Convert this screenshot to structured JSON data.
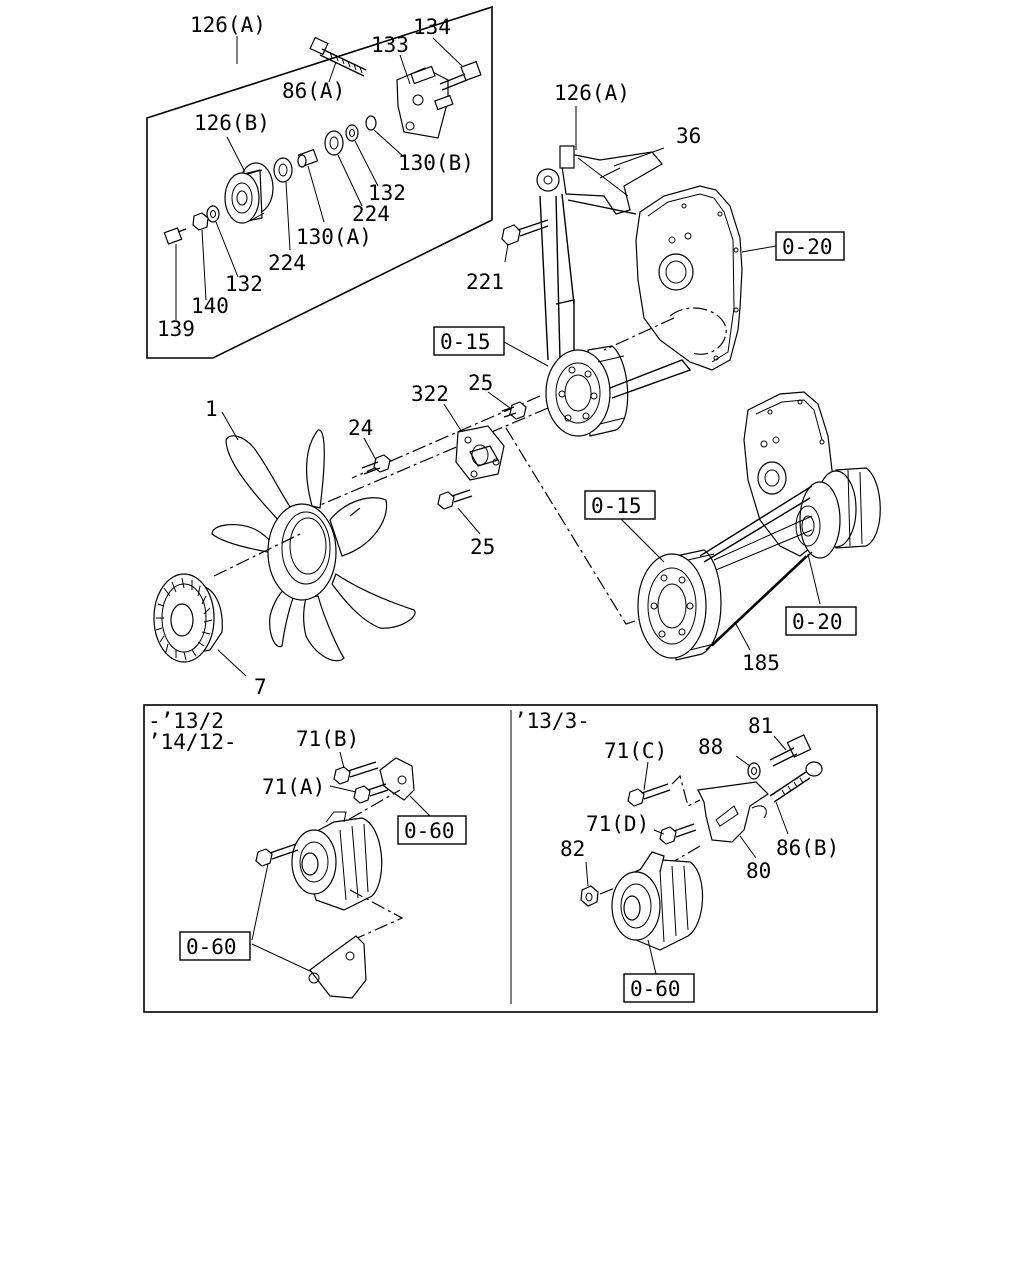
{
  "labels": {
    "l126a_top": "126(A)",
    "l134": "134",
    "l133": "133",
    "l86a": "86(A)",
    "l126b": "126(B)",
    "l130b": "130(B)",
    "l132a": "132",
    "l224a": "224",
    "l130a": "130(A)",
    "l224b": "224",
    "l132b": "132",
    "l140": "140",
    "l139": "139",
    "l126a_right": "126(A)",
    "l36": "36",
    "l020a": "0-20",
    "l221": "221",
    "l015a": "0-15",
    "l322": "322",
    "l25a": "25",
    "l24": "24",
    "l1": "1",
    "l25b": "25",
    "l015b": "0-15",
    "l7": "7",
    "l020b": "0-20",
    "l185": "185",
    "date_left_1": "-’13/2",
    "date_left_2": "’14/12-",
    "l71b": "71(B)",
    "l71a": "71(A)",
    "l060a": "0-60",
    "l060b": "0-60",
    "date_right": "’13/3-",
    "l81": "81",
    "l71c": "71(C)",
    "l88": "88",
    "l71d": "71(D)",
    "l82": "82",
    "l86b": "86(B)",
    "l80": "80",
    "l060c": "0-60"
  }
}
